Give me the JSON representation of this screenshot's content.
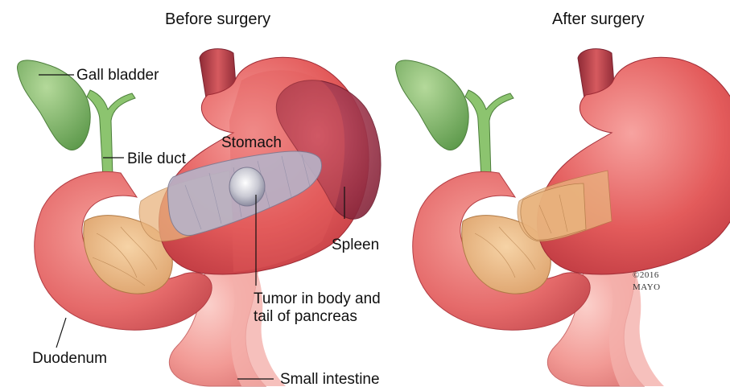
{
  "titles": {
    "before": "Before surgery",
    "after": "After surgery"
  },
  "labels": {
    "gall_bladder": "Gall bladder",
    "bile_duct": "Bile duct",
    "stomach": "Stomach",
    "spleen": "Spleen",
    "tumor_line1": "Tumor in body and",
    "tumor_line2": "tail of pancreas",
    "duodenum": "Duodenum",
    "small_intestine": "Small intestine"
  },
  "copyright": {
    "line1": "©2016",
    "line2": "MAYO"
  },
  "colors": {
    "gallbladder": "#7fb56a",
    "stomach": "#e35b5b",
    "intestine": "#f29a95",
    "pancreas": "#e8b07a",
    "spleen": "#9b2a3f",
    "tumor_region": "#b7b3c8"
  }
}
